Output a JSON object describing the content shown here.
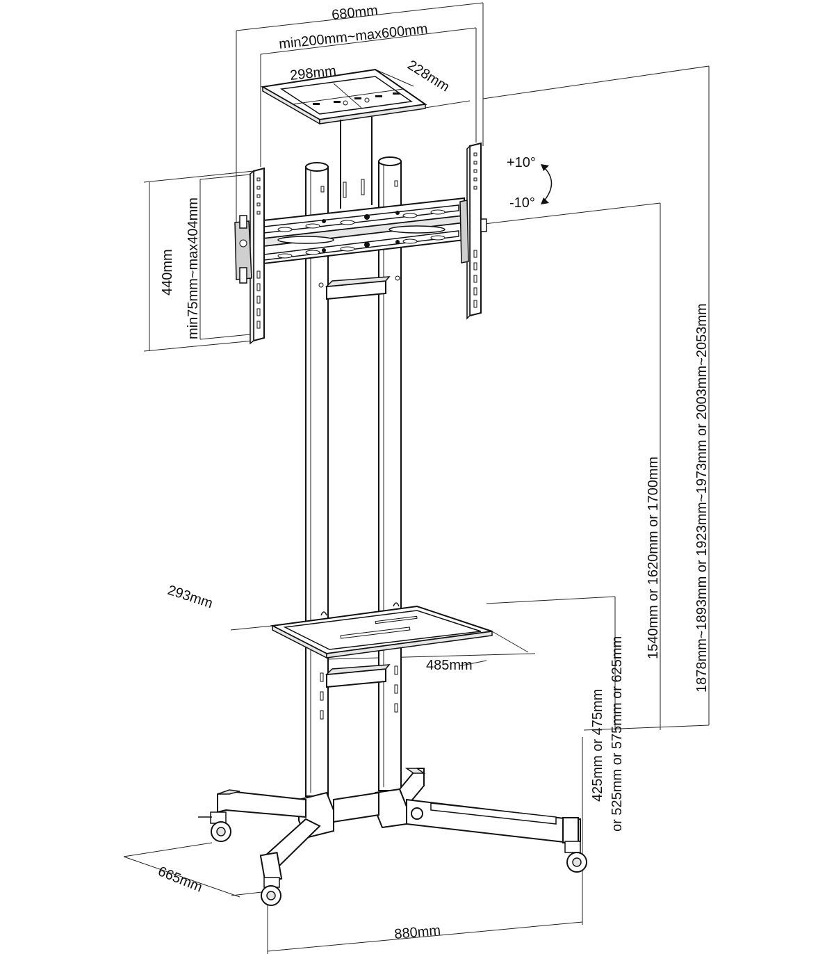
{
  "dimensions": {
    "overall_width": "680mm",
    "mount_width_range": "min200mm~max600mm",
    "top_tray_width": "298mm",
    "top_tray_depth": "228mm",
    "tilt_up": "+10°",
    "tilt_down": "-10°",
    "mount_height": "440mm",
    "mount_vertical_range": "min75mm~max404mm",
    "shelf_depth": "293mm",
    "shelf_width": "485mm",
    "shelf_height_options_1": "425mm or 475mm",
    "shelf_height_options_2": "or 525mm or 575mm or 625mm",
    "mount_center_height": "1540mm or 1620mm or 1700mm",
    "total_height": "1878mm~1893mm or 1923mm~1973mm or 2003mm~2053mm",
    "base_depth": "665mm",
    "base_width": "880mm"
  }
}
